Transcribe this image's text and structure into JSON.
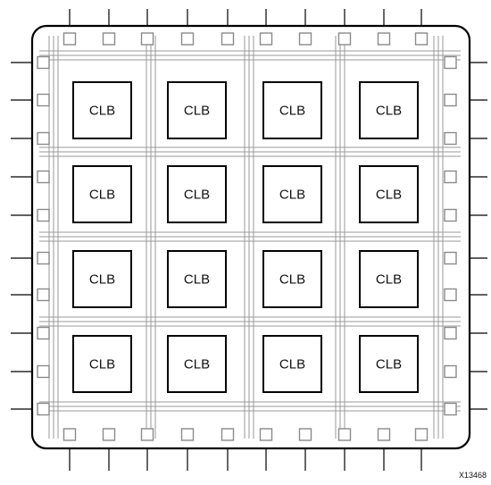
{
  "diagram": {
    "block_label": "CLB",
    "figure_id": "X13468",
    "grid": {
      "rows": 4,
      "cols": 4
    },
    "io_pads_per_side": 10
  },
  "colors": {
    "outline": "#000000",
    "routing": "#9a9a9a",
    "pad": "#8a8a8a",
    "background": "#ffffff"
  }
}
